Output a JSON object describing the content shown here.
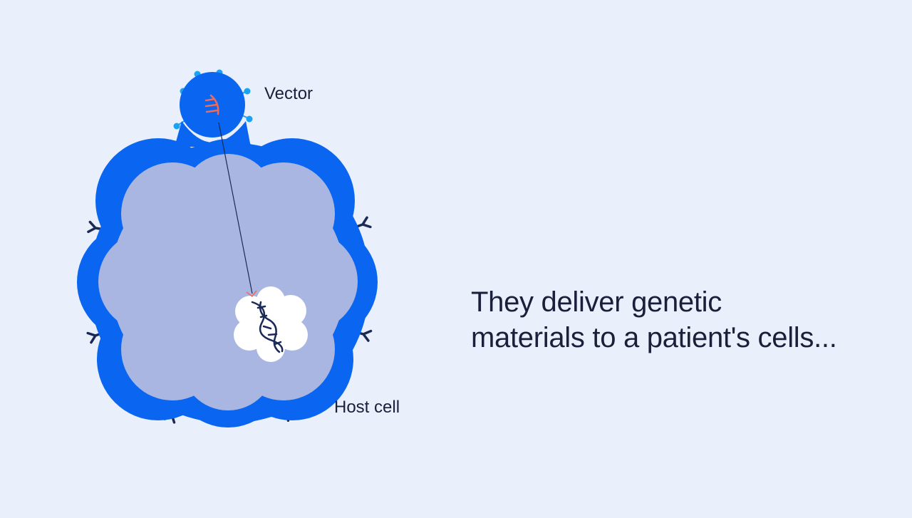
{
  "labels": {
    "vector": "Vector",
    "host_cell": "Host cell"
  },
  "caption": {
    "line1": "They deliver genetic",
    "line2": "materials to a patient's cells..."
  },
  "colors": {
    "background": "#eaeffc",
    "cell_membrane": "#0a66f0",
    "cell_interior": "#a8b6e1",
    "nucleus": "#ffffff",
    "receptor": "#1a2a57",
    "vector_spike": "#1aa3f0",
    "vector_genetic_material": "#f06a55",
    "dna": "#1a2a57",
    "text": "#1a1f3a"
  },
  "icons": [
    "receptor-icon",
    "spike-protein-icon",
    "dna-helix-icon",
    "genetic-material-icon"
  ]
}
